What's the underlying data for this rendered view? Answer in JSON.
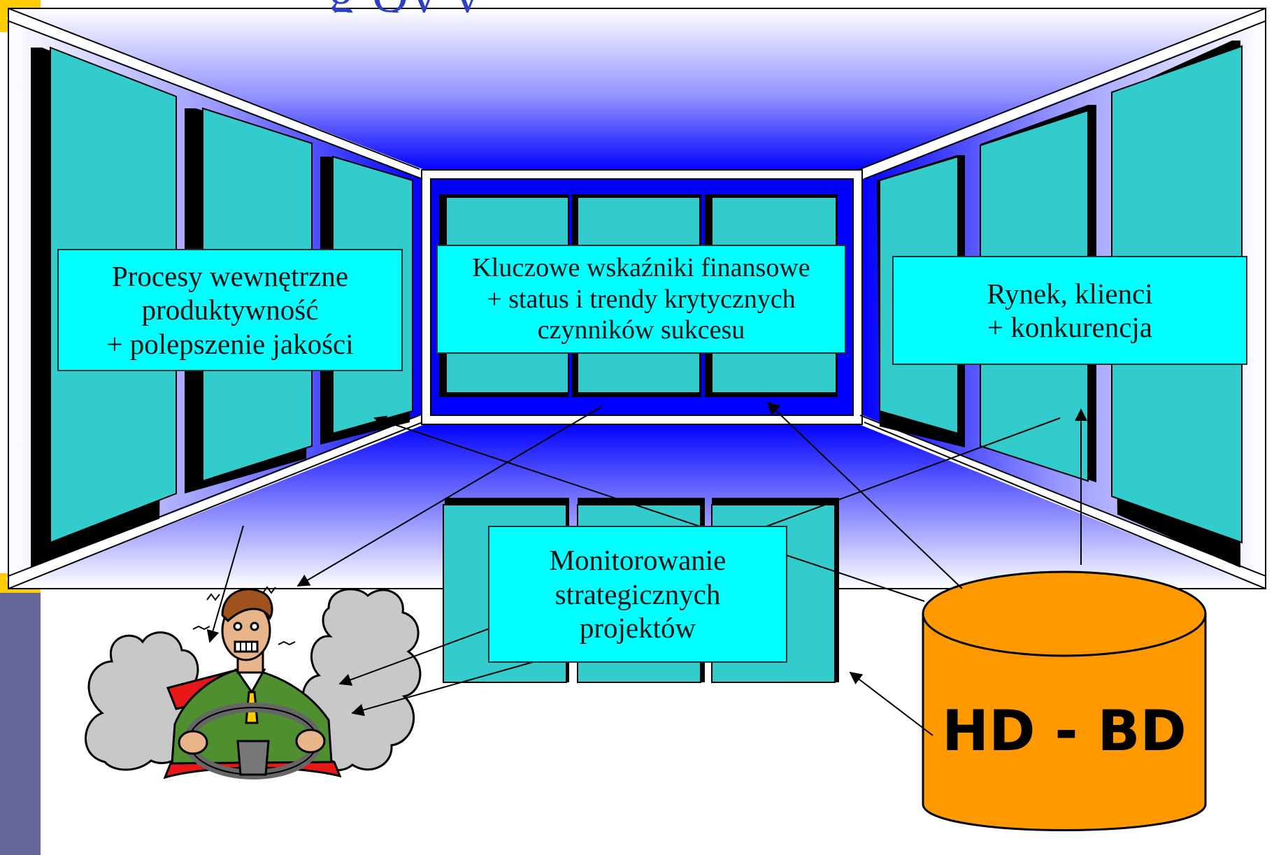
{
  "title_fragment": "g  Qy y",
  "panels": {
    "left": {
      "lines": [
        "Procesy wewnętrzne",
        "produktywność",
        "+ polepszenie jakości"
      ]
    },
    "center": {
      "lines": [
        "Kluczowe wskaźniki finansowe",
        "+ status i trendy krytycznych",
        "czynników sukcesu"
      ]
    },
    "right": {
      "lines": [
        "Rynek, klienci",
        "+ konkurencja"
      ]
    },
    "bottom": {
      "lines": [
        "Monitorowanie",
        "strategicznych",
        "projektów"
      ]
    }
  },
  "database": {
    "label": "HD - BD",
    "fill_color": "#ff9900"
  },
  "colors": {
    "screen_teal": "#33cccc",
    "label_cyan": "#00ffff",
    "room_blue": "#0000ff",
    "accent_slate": "#666699",
    "accent_yellow": "#ffcc00"
  },
  "icons": [
    "stressed-driver-clipart",
    "database-cylinder-icon"
  ]
}
